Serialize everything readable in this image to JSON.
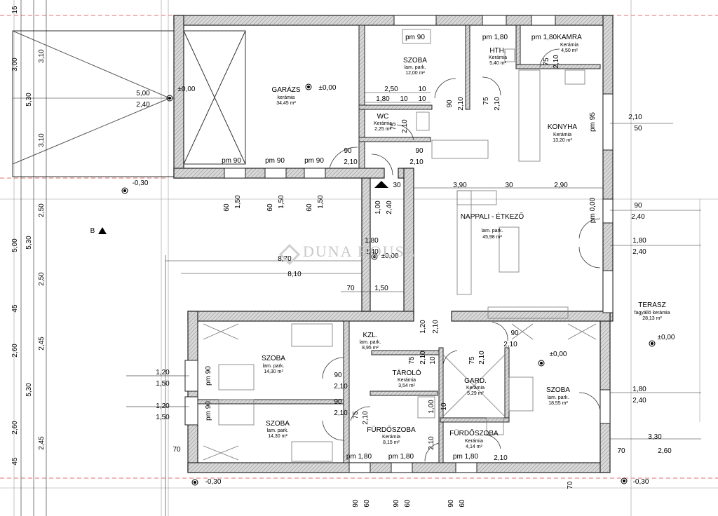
{
  "watermark": "DUNA HOUSE",
  "rooms": [
    {
      "id": "garage",
      "name": "GARÁZS",
      "floor": "kerámia",
      "area": "34,45 m²"
    },
    {
      "id": "bed1",
      "name": "SZOBA",
      "floor": "lam. park.",
      "area": "12,00 m²"
    },
    {
      "id": "hth",
      "name": "HTH.",
      "floor": "Kerámia",
      "area": "5,40 m²"
    },
    {
      "id": "kamra",
      "name": "KAMRA",
      "floor": "Kerámia",
      "area": "4,50 m²"
    },
    {
      "id": "wc",
      "name": "WC",
      "floor": "Kerámia",
      "area": "2,25 m²"
    },
    {
      "id": "kitchen",
      "name": "KONYHA",
      "floor": "Kerámia",
      "area": "13,20 m²"
    },
    {
      "id": "living",
      "name": "NAPPALI - ÉTKEZŐ",
      "floor": "lam. park.",
      "area": "45,98 m²"
    },
    {
      "id": "terrace",
      "name": "TERASZ",
      "floor": "fagyálló kerámia",
      "area": "28,13 m²"
    },
    {
      "id": "kzl",
      "name": "KZL.",
      "floor": "lam. park.",
      "area": "8,95 m²"
    },
    {
      "id": "bed2",
      "name": "SZOBA",
      "floor": "lam. park.",
      "area": "14,30 m²"
    },
    {
      "id": "bed3",
      "name": "SZOBA",
      "floor": "lam. park.",
      "area": "14,30 m²"
    },
    {
      "id": "storage",
      "name": "TÁROLÓ",
      "floor": "Kerámia",
      "area": "3,54 m²"
    },
    {
      "id": "gard",
      "name": "GARD.",
      "floor": "Kerámia",
      "area": "5,29 m²"
    },
    {
      "id": "bed4",
      "name": "SZOBA",
      "floor": "lam. park.",
      "area": "18,55 m²"
    },
    {
      "id": "bath1",
      "name": "FÜRDŐSZOBA",
      "floor": "Kerámia",
      "area": "8,15 m²"
    },
    {
      "id": "bath2",
      "name": "FÜRDŐSZOBA",
      "floor": "Kerámia",
      "area": "4,14 m²"
    }
  ],
  "dimensions": {
    "garage_w": "5,00",
    "garage_h": "2,40",
    "level_zero": "±0,00",
    "d_250": "2,50",
    "d_180": "1,80",
    "d_10": "10",
    "pm90": "pm 90",
    "pm180": "pm 1,80",
    "pm95": "pm 95",
    "pm000": "pm 0,00",
    "d_90": "90",
    "d_210": "2,10",
    "d_75": "75",
    "d_30": "30",
    "d_390": "3,90",
    "d_290": "2,90",
    "d_50": "50",
    "d_100": "1,00",
    "d_240": "2,40",
    "d_60": "60",
    "d_150": "1,50",
    "d_810": "8,10",
    "d_870": "8,70",
    "d_70": "70",
    "d_120": "1,20",
    "d_330": "3,30",
    "d_260": "2,60",
    "minus030": "-0,30",
    "d_310": "3,10",
    "d_300": "3,00",
    "d_530": "5,30",
    "d_500": "5,00",
    "d_45": "45",
    "d_15": "15",
    "d_245": "2,45",
    "section_b": "B"
  }
}
